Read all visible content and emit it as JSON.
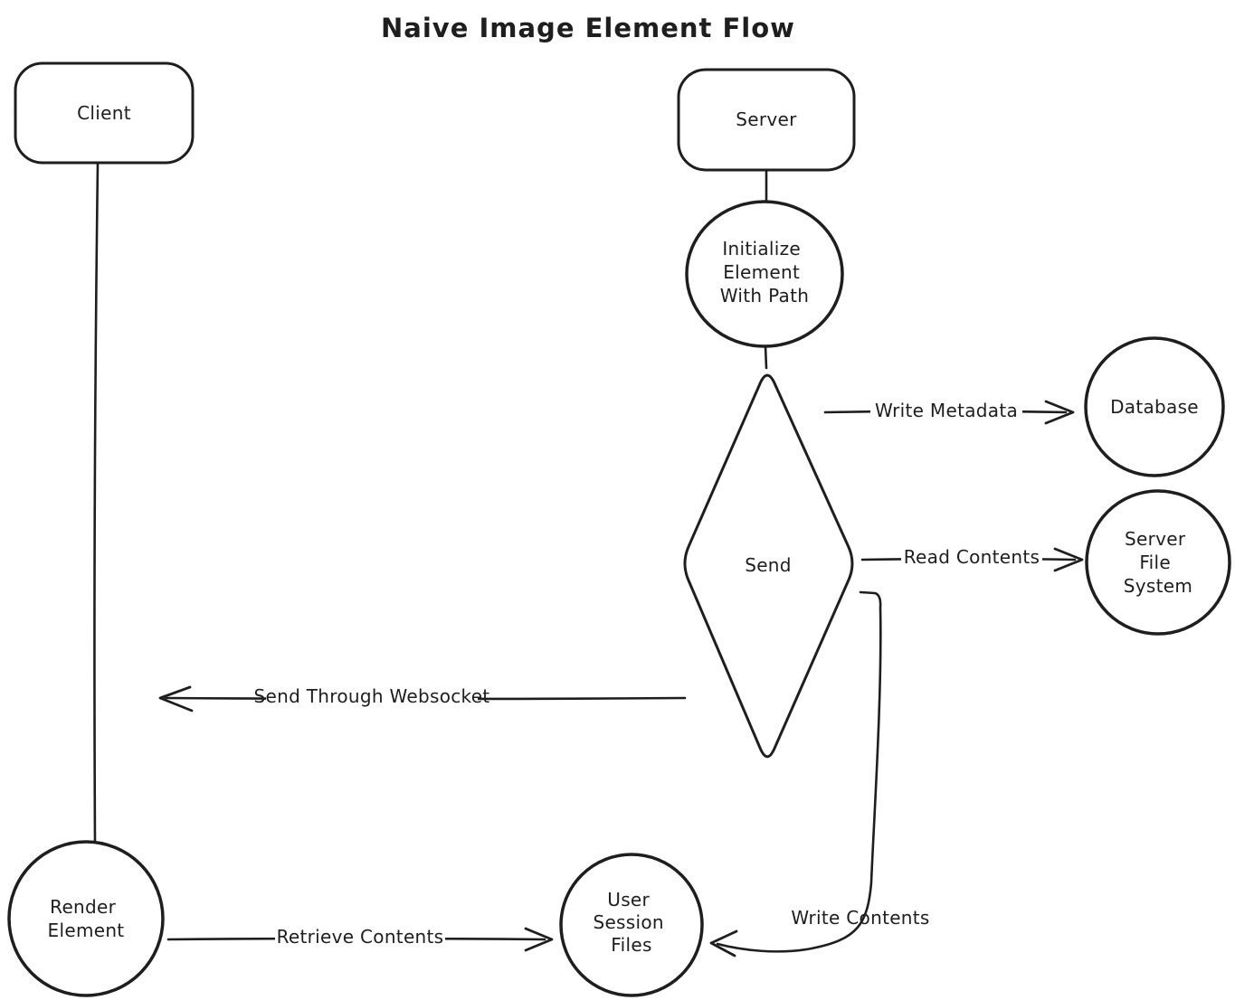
{
  "title": "Naive Image Element Flow",
  "colors": {
    "stroke": "#1e1e1e",
    "background": "#ffffff"
  },
  "nodes": {
    "client": {
      "shape": "rounded-rectangle",
      "label": "Client"
    },
    "server": {
      "shape": "rounded-rectangle",
      "label": "Server"
    },
    "initialize": {
      "shape": "circle",
      "lines": [
        "Initialize",
        "Element",
        "With Path"
      ]
    },
    "send": {
      "shape": "diamond",
      "label": "Send"
    },
    "database": {
      "shape": "circle",
      "label": "Database"
    },
    "server_file_system": {
      "shape": "circle",
      "lines": [
        "Server",
        "File",
        "System"
      ]
    },
    "render_element": {
      "shape": "circle",
      "lines": [
        "Render",
        "Element"
      ]
    },
    "user_session_files": {
      "shape": "circle",
      "lines": [
        "User",
        "Session",
        "Files"
      ]
    }
  },
  "edges": {
    "client_render_link": {
      "label": "",
      "from": "Client",
      "to": "Render Element"
    },
    "write_metadata": {
      "label": "Write Metadata",
      "from": "Send",
      "to": "Database"
    },
    "read_contents": {
      "label": "Read Contents",
      "from": "Send",
      "to": "Server File System"
    },
    "send_through_websocket": {
      "label": "Send Through Websocket",
      "from": "Send",
      "to": "Client"
    },
    "retrieve_contents": {
      "label": "Retrieve Contents",
      "from": "Render Element",
      "to": "User Session Files"
    },
    "write_contents": {
      "label": "Write Contents",
      "from": "Send",
      "to": "User Session Files"
    }
  }
}
